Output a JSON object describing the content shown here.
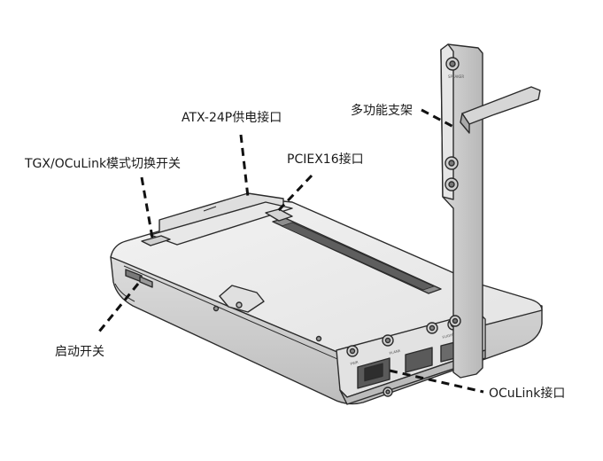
{
  "labels": {
    "atx_power": "ATX-24P供电接口",
    "mode_switch": "TGX/OCuLink模式切换开关",
    "pciex16": "PCIEX16接口",
    "bracket": "多功能支架",
    "power_button": "启动开关",
    "oculink_port": "OCuLink接口"
  },
  "engraved_text": {
    "port_left": "PWR",
    "port_mid": "PLANE",
    "port_right": "FLIGHT MODE",
    "bracket_top": "SPEAKER"
  },
  "colors": {
    "outline": "#2b2b2b",
    "body_fill": "#e9e9e9",
    "body_shade": "#cfcfcf",
    "dark_shade": "#9a9a9a",
    "leader_line": "#111111"
  }
}
